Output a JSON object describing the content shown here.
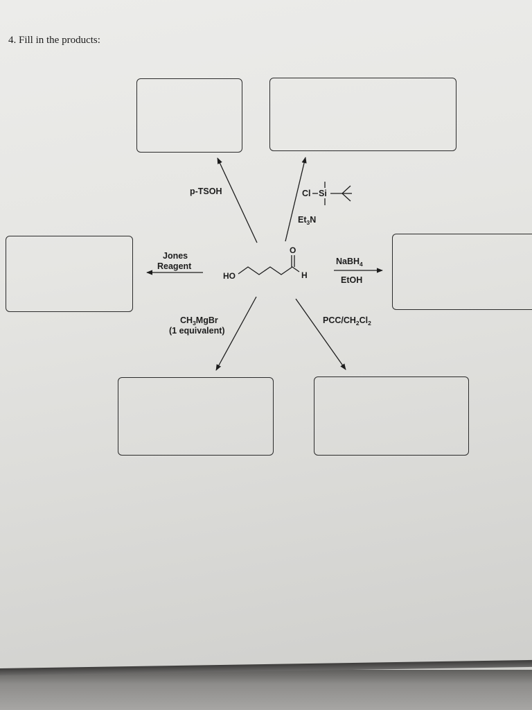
{
  "question": {
    "number": "4.",
    "text": "Fill in the products:"
  },
  "molecule": {
    "hydroxyl": "HO",
    "carbonyl_oxygen": "O",
    "aldehyde_hydrogen": "H"
  },
  "reactions": {
    "tsoh": {
      "reagent": "p-TSOH"
    },
    "silyl": {
      "cl": "Cl",
      "si": "Si",
      "base": "Et",
      "base_sub": "3",
      "base_end": "N"
    },
    "jones": {
      "line1": "Jones",
      "line2": "Reagent"
    },
    "nabh4": {
      "reagent_a": "NaBH",
      "reagent_a_sub": "4",
      "solvent": "EtOH"
    },
    "grignard": {
      "reagent_a": "CH",
      "reagent_a_sub": "3",
      "reagent_b": "MgBr",
      "amount": "(1 equivalent)"
    },
    "pcc": {
      "a": "PCC/CH",
      "a_sub": "2",
      "b": "Cl",
      "b_sub": "2"
    }
  },
  "colors": {
    "ink": "#1d1d1d",
    "paper": "#e8e8e5",
    "desk": "#5f5e5c"
  },
  "icons": [
    "reaction-arrow",
    "skeletal-structure",
    "tert-butyl-group"
  ]
}
